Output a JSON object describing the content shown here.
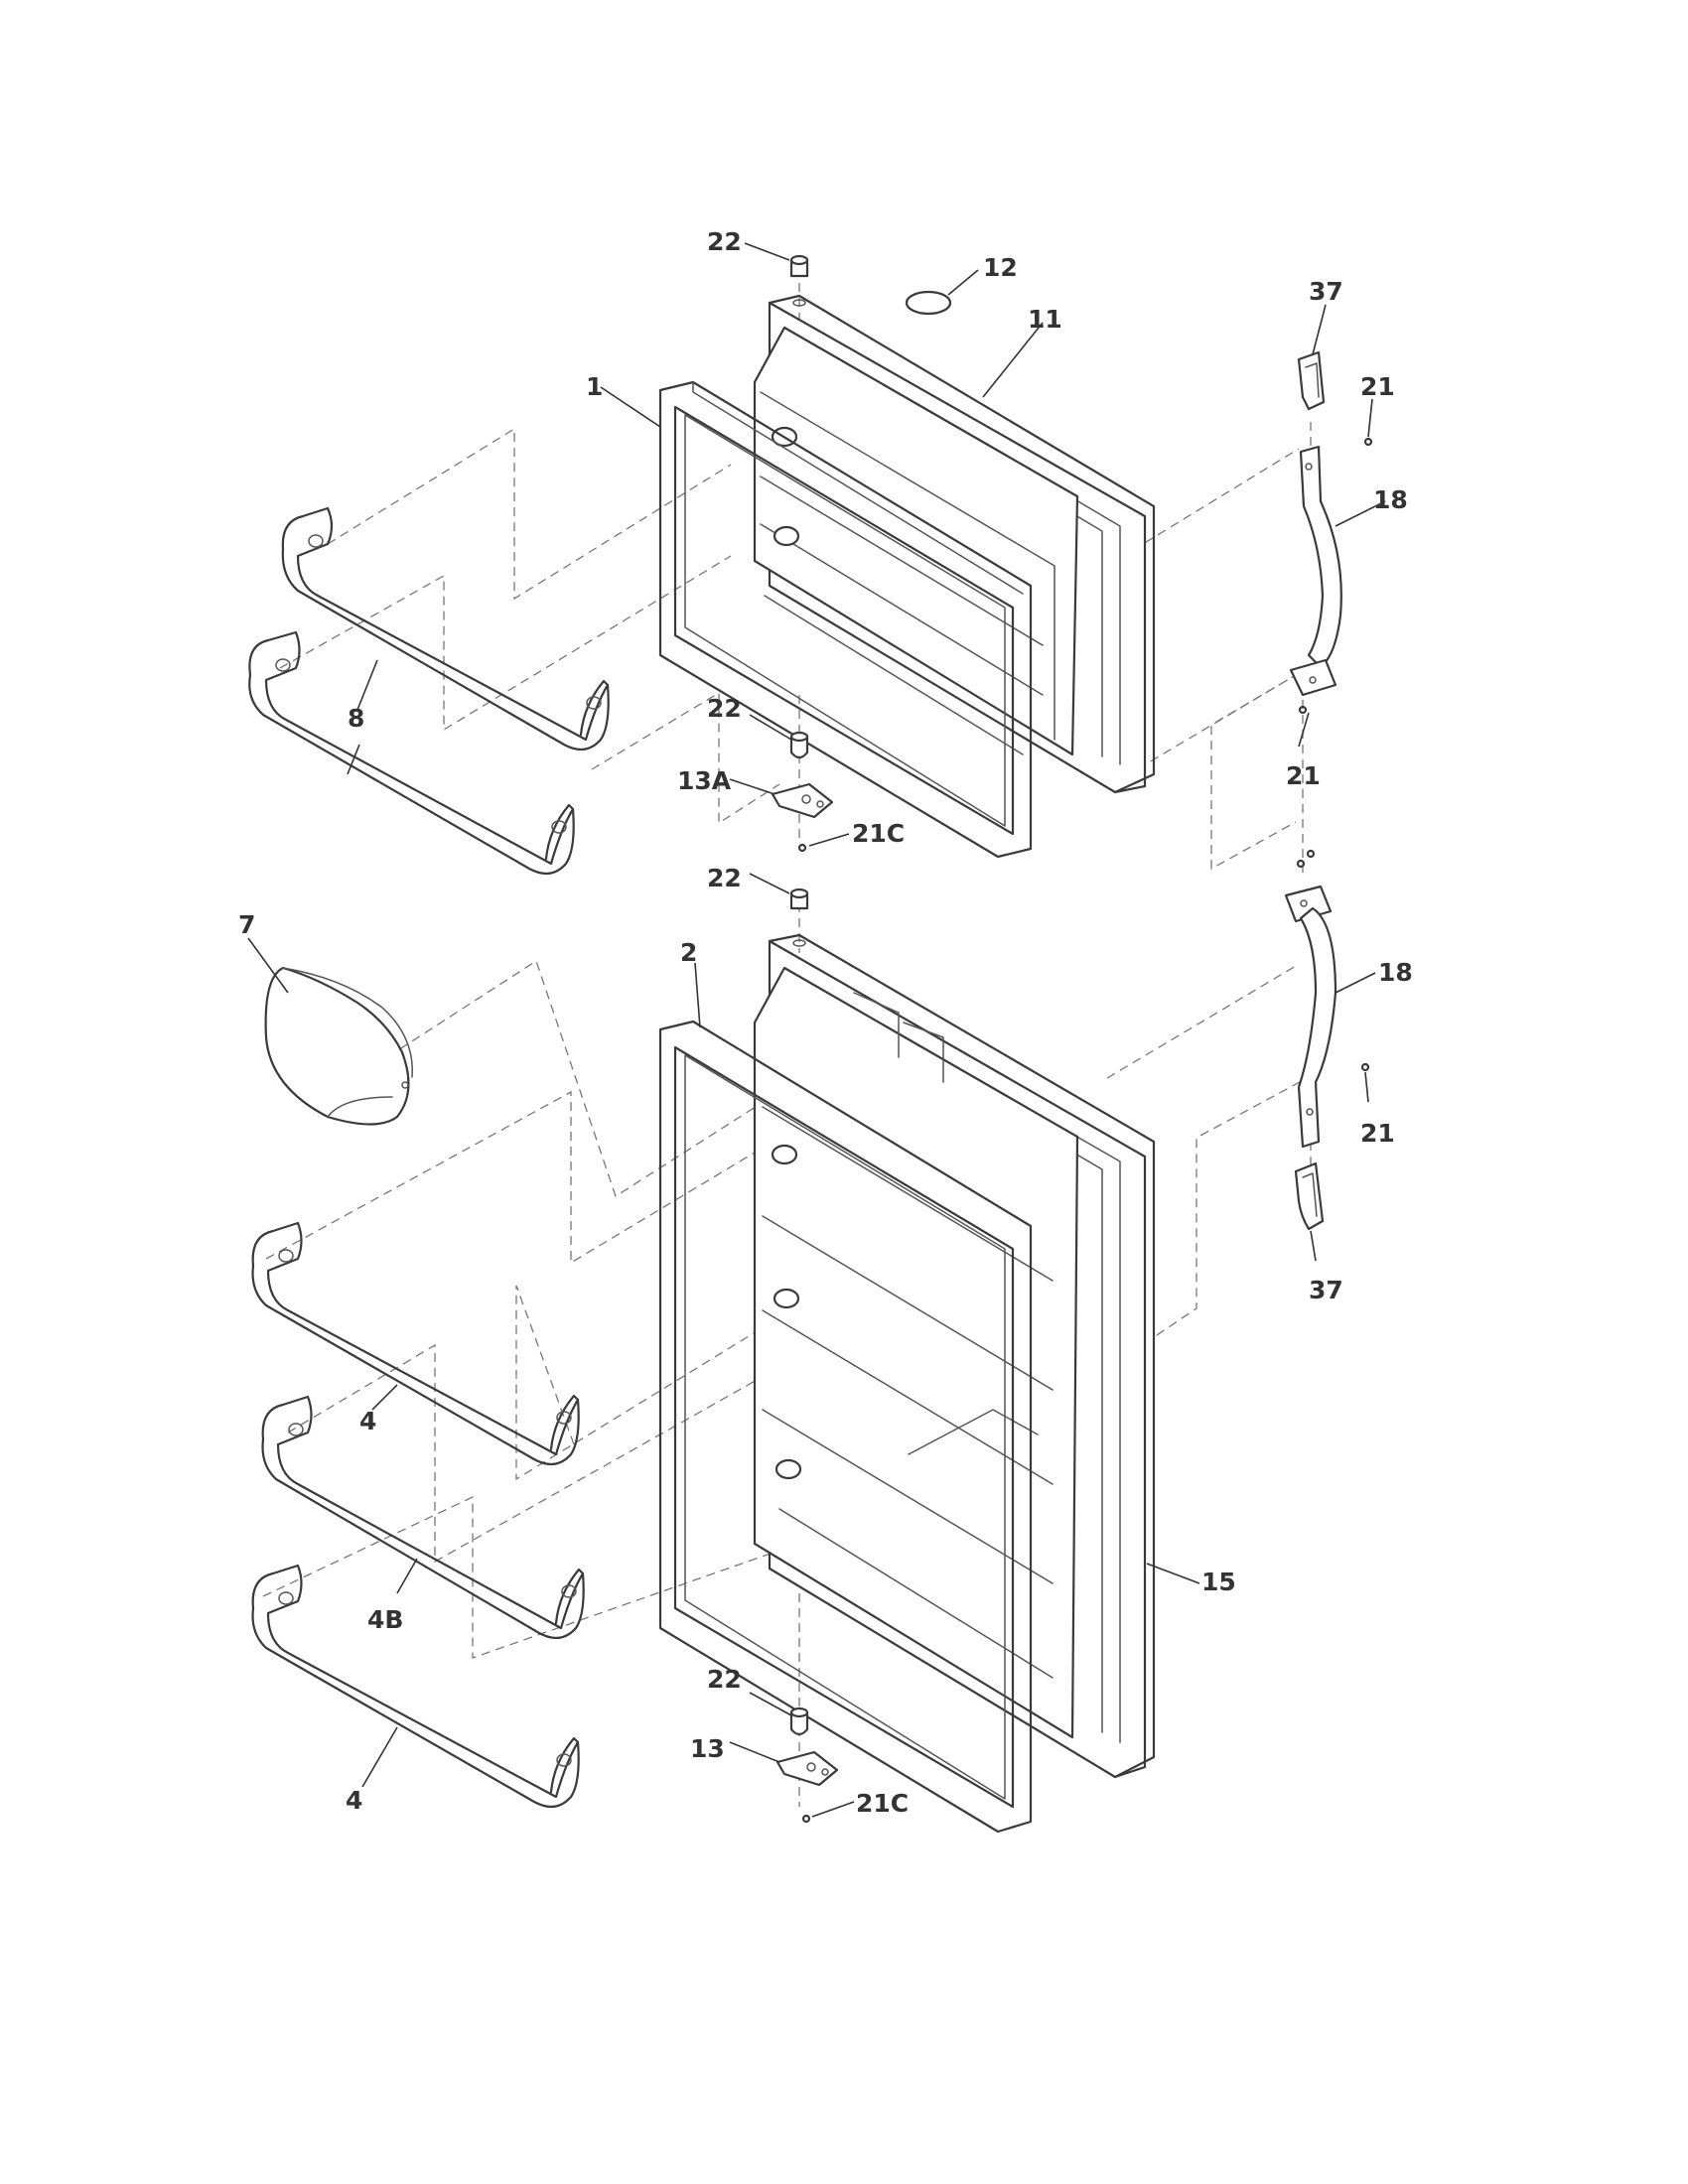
{
  "callouts": [
    {
      "id": "c-22-top",
      "text": "22"
    },
    {
      "id": "c-12",
      "text": "12"
    },
    {
      "id": "c-11",
      "text": "11"
    },
    {
      "id": "c-1",
      "text": "1"
    },
    {
      "id": "c-37-top",
      "text": "37"
    },
    {
      "id": "c-21-a",
      "text": "21"
    },
    {
      "id": "c-18-top",
      "text": "18"
    },
    {
      "id": "c-8",
      "text": "8"
    },
    {
      "id": "c-22-mid1",
      "text": "22"
    },
    {
      "id": "c-13a",
      "text": "13A"
    },
    {
      "id": "c-21c-top",
      "text": "21C"
    },
    {
      "id": "c-21-b",
      "text": "21"
    },
    {
      "id": "c-22-mid2",
      "text": "22"
    },
    {
      "id": "c-7",
      "text": "7"
    },
    {
      "id": "c-2",
      "text": "2"
    },
    {
      "id": "c-18-bot",
      "text": "18"
    },
    {
      "id": "c-21-c",
      "text": "21"
    },
    {
      "id": "c-37-bot",
      "text": "37"
    },
    {
      "id": "c-4-top",
      "text": "4"
    },
    {
      "id": "c-15",
      "text": "15"
    },
    {
      "id": "c-4b",
      "text": "4B"
    },
    {
      "id": "c-22-bot",
      "text": "22"
    },
    {
      "id": "c-13",
      "text": "13"
    },
    {
      "id": "c-21c-bot",
      "text": "21C"
    },
    {
      "id": "c-4-bot",
      "text": "4"
    }
  ]
}
